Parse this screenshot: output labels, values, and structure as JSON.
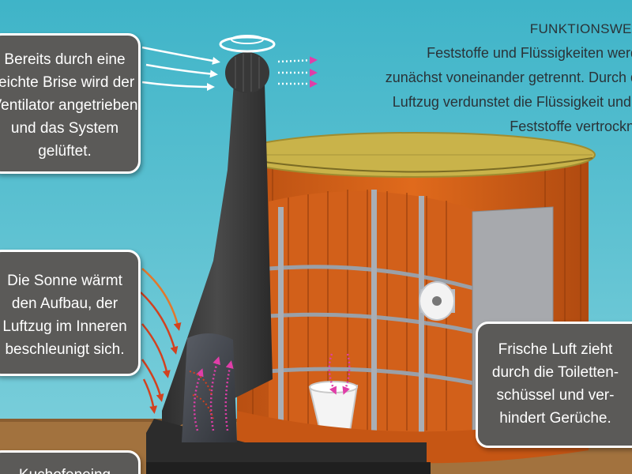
{
  "info": {
    "title": "FUNKTIONSWEISE",
    "lines": [
      "Feststoffe und Flüssigkeiten werden",
      "zunächst voneinander getrennt. Durch den",
      "Luftzug verdunstet die Flüssigkeit und die",
      "Feststoffe vertrocknen."
    ]
  },
  "callouts": {
    "breeze": {
      "lines": [
        "Bereits durch eine",
        "leichte Brise wird der",
        "Ventilator angetrieben",
        "und das System",
        "gelüftet."
      ]
    },
    "sun": {
      "lines": [
        "Die Sonne wärmt",
        "den Aufbau, der",
        "Luftzug im Inneren",
        "beschleunigt sich."
      ]
    },
    "fresh_air": {
      "lines": [
        "Frische Luft zieht",
        "durch die Toiletten-",
        "schüssel und ver-",
        "hindert Gerüche."
      ]
    },
    "bottom": {
      "lines": [
        "Kuchofeneing"
      ]
    }
  },
  "colors": {
    "sky_top": "#3fb4c8",
    "sky_bottom": "#7fd0dc",
    "ground": "#a2723e",
    "chimney": "#3b3b3b",
    "wood": "#d8621a",
    "roof": "#c9b34a",
    "callout_bg": "#5b5a58",
    "heat_arrows": "#d2411f",
    "airflow_arrows": "#e03ea8"
  }
}
